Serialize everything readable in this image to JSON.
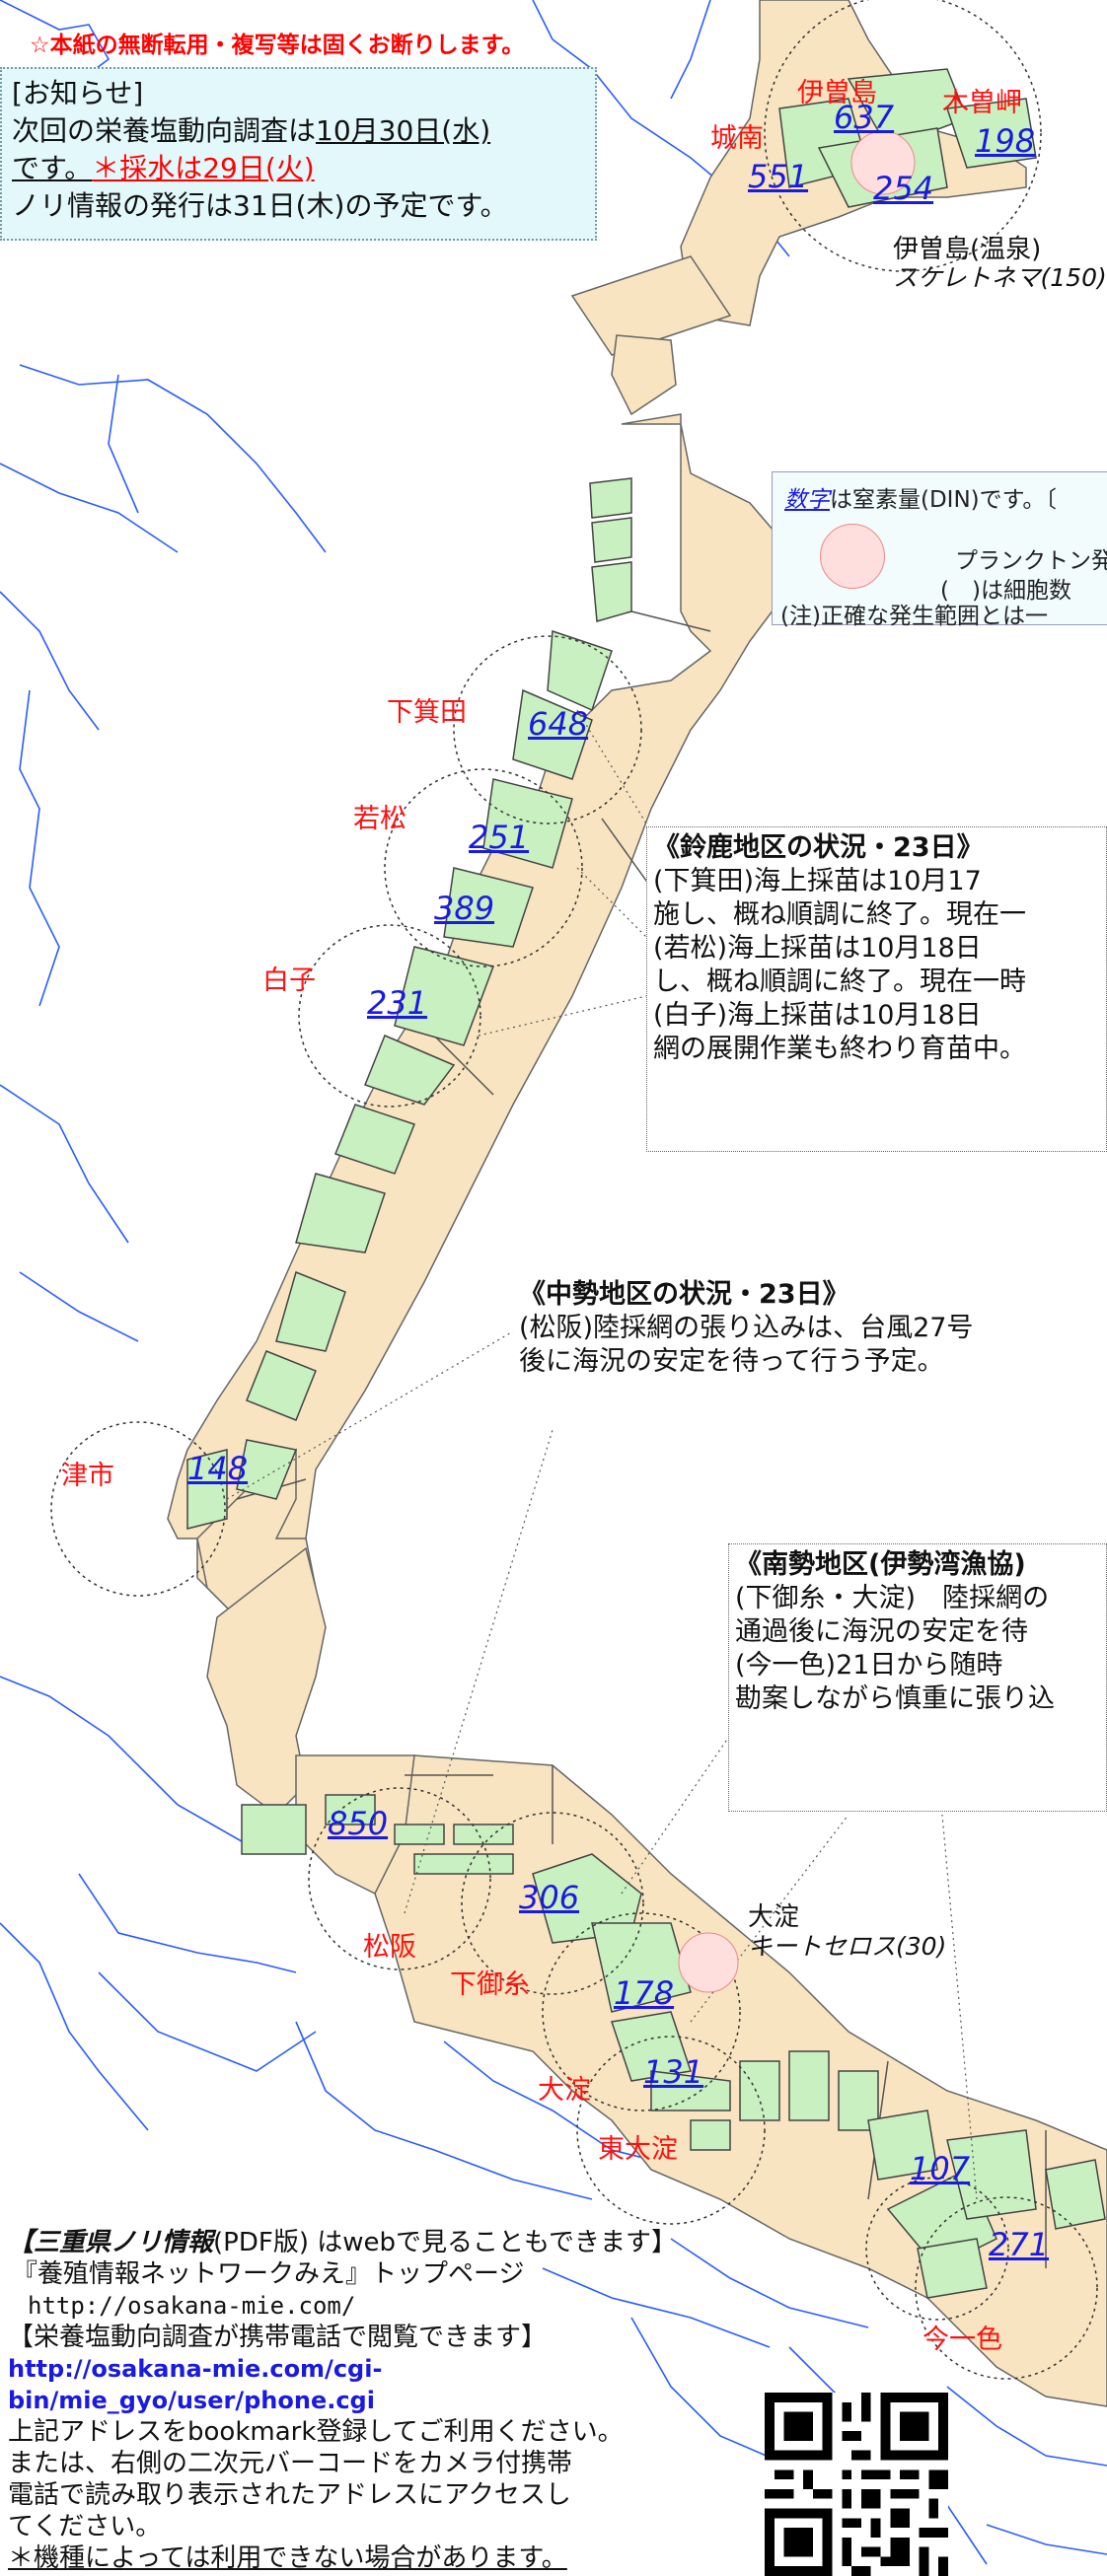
{
  "copyright_notice": "☆本紙の無断転用・複写等は固くお断りします。",
  "notice": {
    "heading": "[お知らせ]",
    "line1_prefix": "次回の栄養塩動向調査は",
    "line1_date": "10月30日(水)",
    "line2_prefix": "です。",
    "line2_red": "＊採水は29日(火)",
    "line3": "ノリ情報の発行は31日(木)の予定です。"
  },
  "legend": {
    "num_word": "数字",
    "line1_rest": "は窒素量(DIN)です。〔",
    "line2": "プランクトン発",
    "line3": "(　)は細胞数",
    "line4": "(注)正確な発生範囲とは一"
  },
  "places": {
    "isojima": "伊曽島",
    "kisosaki": "木曽岬",
    "jonan": "城南",
    "isojima_onsen": "伊曽島(温泉)",
    "plankton_isojima": "スケレトネマ(150)",
    "shimominoda": "下箕田",
    "wakamatsu": "若松",
    "shiroko": "白子",
    "tsushi": "津市",
    "matsusaka": "松阪",
    "shimomito": "下御糸",
    "oyodo": "大淀",
    "higashioyodo": "東大淀",
    "imaisshiki": "今一色",
    "oyodo_station": "大淀",
    "plankton_oyodo": "キートセロス(30)"
  },
  "values": {
    "v637": "637",
    "v551": "551",
    "v254": "254",
    "v198": "198",
    "v648": "648",
    "v251": "251",
    "v389": "389",
    "v231": "231",
    "v148": "148",
    "v850": "850",
    "v306": "306",
    "v178": "178",
    "v131": "131",
    "v107": "107",
    "v271": "271"
  },
  "suzuka": {
    "title": "《鈴鹿地区の状況・23日》",
    "lines": [
      "(下箕田)海上採苗は10月17",
      "施し、概ね順調に終了。現在一",
      "(若松)海上採苗は10月18日",
      "し、概ね順調に終了。現在一時",
      "(白子)海上採苗は10月18日",
      "網の展開作業も終わり育苗中。"
    ]
  },
  "chusei": {
    "title": "《中勢地区の状況・23日》",
    "lines": [
      "(松阪)陸採網の張り込みは、台風27号",
      "後に海況の安定を待って行う予定。"
    ]
  },
  "nansei": {
    "title": "《南勢地区(伊勢湾漁協)",
    "lines": [
      "(下御糸・大淀)　陸採網の",
      "通過後に海況の安定を待",
      "(今一色)21日から随時",
      "勘案しながら慎重に張り込"
    ]
  },
  "bottom": {
    "line1_bold": "【三重県ノリ情報",
    "line1_rest": "(PDF版) はwebで見ることもできます】",
    "line2": "『養殖情報ネットワークみえ』トップページ",
    "line3": "http://osakana-mie.com/",
    "line4": "【栄養塩動向調査が携帯電話で閲覧できます】",
    "url": "http://osakana-mie.com/cgi-bin/mie_gyo/user/phone.cgi",
    "line6": "上記アドレスをbookmark登録してご利用ください。",
    "line7": "または、右側の二次元バーコードをカメラ付携帯",
    "line8": "電話で読み取り表示されたアドレスにアクセスし",
    "line9": "てください。",
    "line10": "＊機種によっては利用できない場合があります。"
  },
  "colors": {
    "land": "#f8e4c0",
    "nori_area": "#c8f0c0",
    "notice_bg": "#e2f8fb",
    "river": "#2b5cff",
    "place_label": "#ff1010",
    "value_label": "#1a1ae0"
  }
}
